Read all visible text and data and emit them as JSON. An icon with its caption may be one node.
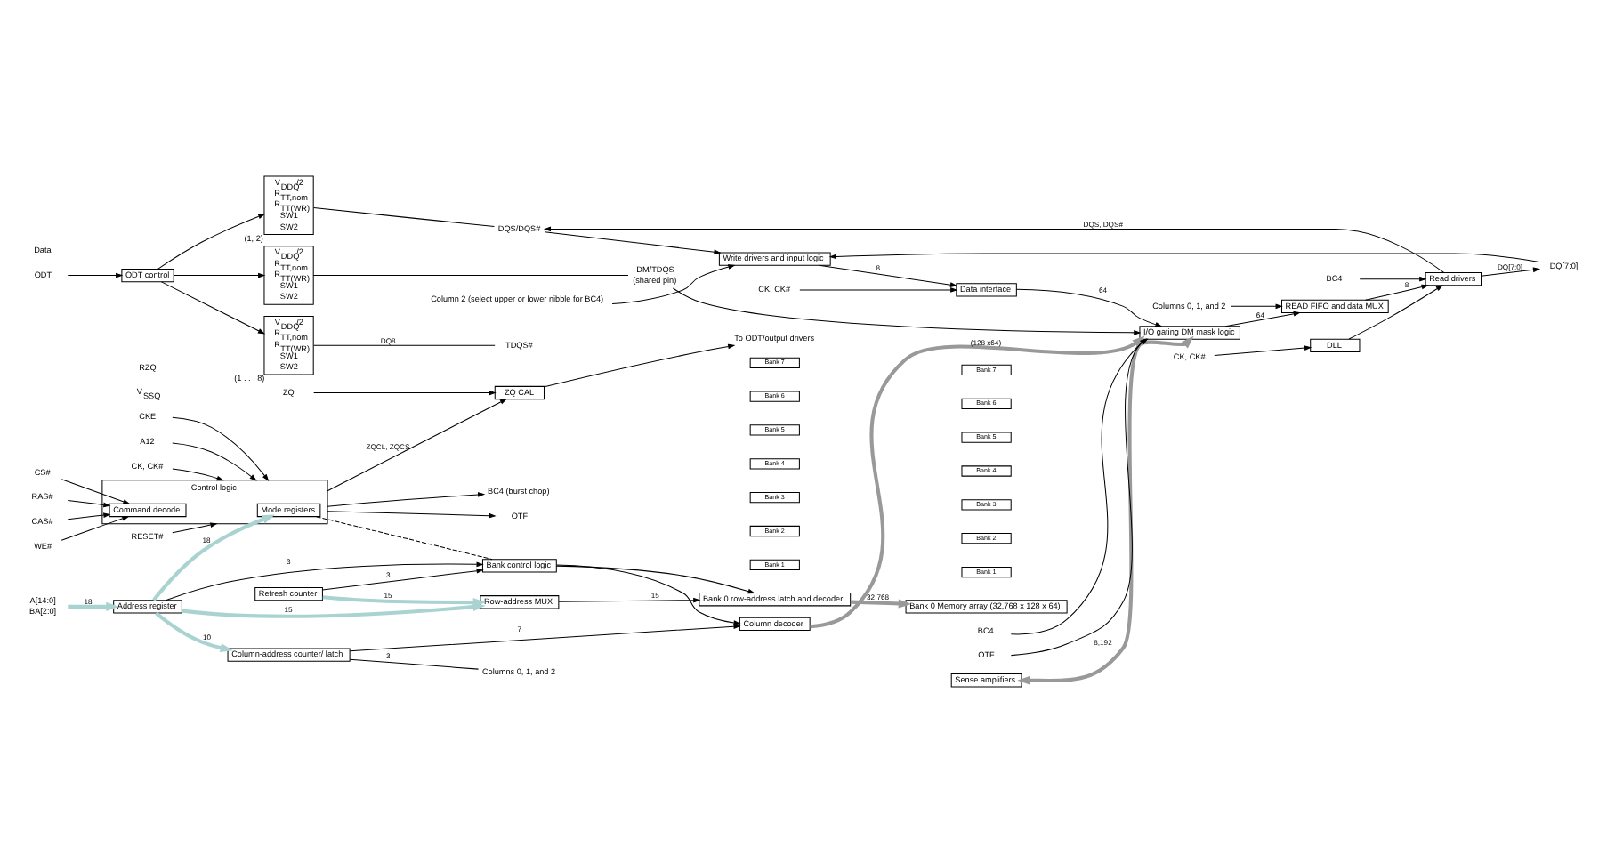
{
  "diagram": {
    "nodes": [
      {
        "text": [
          "ODT"
        ]
      },
      {
        "text": [
          "ZQ"
        ]
      },
      {
        "text": [
          "RESET#"
        ]
      },
      {
        "text": [
          "CKE"
        ]
      },
      {
        "text": [
          "A12"
        ]
      },
      {
        "text": [
          "CK, CK#"
        ]
      },
      {
        "text": [
          "CS#"
        ]
      },
      {
        "text": [
          "RAS#"
        ]
      },
      {
        "text": [
          "CAS#"
        ]
      },
      {
        "text": [
          "WE#"
        ]
      },
      {
        "text": [
          "A[14:0]",
          "BA[2:0]"
        ]
      },
      {
        "text": [
          "Control logic"
        ]
      },
      {
        "text": [
          "Command decode"
        ],
        "in": 11
      },
      {
        "text": [
          "Mode registers"
        ],
        "in": 11
      },
      {
        "text": [
          "ZQ CAL"
        ]
      },
      {
        "text": [
          "To ODT/output drivers"
        ]
      },
      {
        "text": [
          "BC4 (burst chop)"
        ]
      },
      {
        "text": [
          "OTF"
        ]
      },
      {
        "text": [
          "ODT control"
        ]
      },
      {
        "text": [
          "Refresh counter"
        ]
      },
      {
        "text": [
          "Row-address MUX"
        ]
      },
      {
        "text": [
          "Bank 7"
        ]
      },
      {
        "text": [
          "Bank 6"
        ]
      },
      {
        "text": [
          "Bank 5"
        ]
      },
      {
        "text": [
          "Bank 4"
        ]
      },
      {
        "text": [
          "Bank 3"
        ]
      },
      {
        "text": [
          "Bank 2"
        ]
      },
      {
        "text": [
          "Bank 1"
        ]
      },
      {
        "text": [
          "Bank 0 row-address latch and decoder"
        ]
      },
      {
        "text": [
          "Bank 7"
        ]
      },
      {
        "text": [
          "Bank 6"
        ]
      },
      {
        "text": [
          "Bank 5"
        ]
      },
      {
        "text": [
          "Bank 4"
        ]
      },
      {
        "text": [
          "Bank 3"
        ]
      },
      {
        "text": [
          "Bank 2"
        ]
      },
      {
        "text": [
          "Bank 1"
        ]
      },
      {
        "text": [
          "Bank 0 Memory array (32,768 x 128 x 64)"
        ]
      },
      {
        "text": [
          "Sense amplifiers"
        ]
      },
      {
        "text": [
          "I/O gating DM mask logic"
        ]
      },
      {
        "text": [
          "Bank control logic"
        ]
      },
      {
        "text": [
          "Address register"
        ]
      },
      {
        "text": [
          "Column decoder"
        ]
      },
      {
        "text": [
          "Column-address counter/ latch"
        ]
      },
      {
        "text": [
          "Columns 0, 1, and 2"
        ]
      },
      {
        "text": [
          "READ FIFO and data MUX"
        ]
      },
      {
        "text": [
          "CK, CK#"
        ]
      },
      {
        "text": [
          "DLL"
        ]
      },
      {
        "text": [
          "Read drivers"
        ]
      },
      {
        "text": [
          "BC4"
        ]
      },
      {
        "text": [
          "V$_{DDQ}$/2",
          "R$_{TT,nom}$",
          "R$_{TT(WR)}$",
          "SW1",
          "SW2"
        ],
        "beside": [
          "(1 . . . 8)"
        ]
      },
      {
        "text": [
          "V$_{DDQ}$/2",
          "R$_{TT,nom}$",
          "R$_{TT(WR)}$",
          "SW1",
          "SW2"
        ],
        "beside": [
          "(1, 2)"
        ]
      },
      {
        "text": [
          "V$_{DDQ}$/2",
          "R$_{TT,nom}$",
          "R$_{TT(WR)}$",
          "SW1",
          "SW2"
        ]
      },
      {
        "text": [
          "TDQS#"
        ]
      },
      {
        "text": [
          "DQ[7:0]"
        ]
      },
      {
        "text": [
          "DQS/DQS#"
        ]
      },
      {
        "text": [
          "DM/TDQS",
          "(shared pin)"
        ]
      },
      {
        "text": [
          "BC4"
        ]
      },
      {
        "text": [
          "OTF"
        ]
      },
      {
        "text": [
          "Data interface"
        ]
      },
      {
        "text": [
          "Write drivers and input logic"
        ]
      },
      {
        "text": [
          "CK, CK#"
        ]
      },
      {
        "text": [
          "Column 2 (select upper or lower nibble for BC4)"
        ]
      },
      {
        "text": [
          "Columns 0, 1, and 2"
        ]
      }
    ],
    "edges": [
      {
        "from": 0,
        "to": 18,
        "arrow": "to"
      },
      {
        "from": 1,
        "to": 14,
        "arrow": "to"
      },
      {
        "from": 2,
        "to": 11,
        "arrow": "to"
      },
      {
        "from": 3,
        "to": 11,
        "arrow": "to"
      },
      {
        "from": 4,
        "to": 11,
        "arrow": "to"
      },
      {
        "from": 5,
        "to": 11,
        "arrow": "to"
      },
      {
        "from": 6,
        "to": 12,
        "arrow": "to"
      },
      {
        "from": 7,
        "to": 12,
        "arrow": "to"
      },
      {
        "from": 8,
        "to": 12,
        "arrow": "to"
      },
      {
        "from": 9,
        "to": 12,
        "arrow": "to"
      },
      {
        "from": 11,
        "to": 14,
        "arrow": "to",
        "label": "ZQCL, ZQCS"
      },
      {
        "from": 14,
        "to": 15,
        "arrow": "to"
      },
      {
        "from": 11,
        "to": 16,
        "arrow": "to"
      },
      {
        "from": 11,
        "to": 17,
        "arrow": "to"
      },
      {
        "from": 10,
        "to": 40,
        "arrow": "to",
        "label": "18",
        "style": "thick",
        "color": "#a9d3d1"
      },
      {
        "from": 40,
        "to": 13,
        "arrow": "to",
        "label": "18",
        "style": "thick",
        "color": "#a9d3d1"
      },
      {
        "from": 40,
        "to": 20,
        "arrow": "to",
        "label": "15",
        "style": "thick",
        "color": "#a9d3d1"
      },
      {
        "from": 40,
        "to": 39,
        "arrow": "to",
        "label": "3"
      },
      {
        "from": 40,
        "to": 42,
        "arrow": "to",
        "label": "10",
        "style": "thick",
        "color": "#a9d3d1"
      },
      {
        "from": 19,
        "to": 20,
        "arrow": "to",
        "label": "15",
        "style": "thick",
        "color": "#a9d3d1"
      },
      {
        "from": 19,
        "to": 39,
        "arrow": "to",
        "label": "3"
      },
      {
        "from": 13,
        "to": 39,
        "arrow": "none",
        "style": "dashed"
      },
      {
        "from": 20,
        "to": 28,
        "arrow": "to",
        "label": "15"
      },
      {
        "from": 39,
        "to": 28,
        "arrow": "to"
      },
      {
        "from": 28,
        "to": 36,
        "arrow": "to",
        "label": "32,768",
        "style": "thick",
        "color": "#999999"
      },
      {
        "from": 37,
        "to": 38,
        "arrow": "both",
        "label": "8,192",
        "style": "thick",
        "color": "#999999"
      },
      {
        "from": 41,
        "to": 38,
        "arrow": "to",
        "label": "(128 x64)",
        "style": "thick",
        "color": "#999999"
      },
      {
        "from": 39,
        "to": 41,
        "arrow": "to"
      },
      {
        "from": 42,
        "to": 41,
        "arrow": "to",
        "label": "7"
      },
      {
        "from": 42,
        "to": 62,
        "arrow": "none",
        "label": "3"
      },
      {
        "from": 43,
        "to": 44,
        "arrow": "to"
      },
      {
        "from": 38,
        "to": 44,
        "arrow": "to",
        "label": "64"
      },
      {
        "from": 58,
        "to": 38,
        "arrow": "to",
        "label": "64"
      },
      {
        "from": 56,
        "to": 38,
        "arrow": "to"
      },
      {
        "from": 57,
        "to": 38,
        "arrow": "to"
      },
      {
        "from": 44,
        "to": 47,
        "arrow": "to",
        "label": "8"
      },
      {
        "from": 45,
        "to": 46,
        "arrow": "to"
      },
      {
        "from": 46,
        "to": 47,
        "arrow": "to"
      },
      {
        "from": 48,
        "to": 47,
        "arrow": "to"
      },
      {
        "from": 47,
        "to": 53,
        "arrow": "to",
        "label": "DQ[7:0]"
      },
      {
        "from": 47,
        "to": 54,
        "arrow": "to",
        "label": "DQS, DQS#"
      },
      {
        "from": 53,
        "to": 59,
        "arrow": "to"
      },
      {
        "from": 54,
        "to": 59,
        "arrow": "to"
      },
      {
        "from": 18,
        "to": 49,
        "arrow": "to"
      },
      {
        "from": 18,
        "to": 50,
        "arrow": "to"
      },
      {
        "from": 18,
        "to": 51,
        "arrow": "to"
      },
      {
        "from": 49,
        "to": 52,
        "arrow": "none",
        "label": "DQ8"
      },
      {
        "from": 50,
        "to": 54,
        "arrow": "none"
      },
      {
        "from": 51,
        "to": 55,
        "arrow": "none"
      },
      {
        "from": 55,
        "to": 38,
        "arrow": "to"
      },
      {
        "from": 59,
        "to": 58,
        "arrow": "to",
        "label": "8"
      },
      {
        "from": 60,
        "to": 58,
        "arrow": "to"
      },
      {
        "from": 61,
        "to": 59,
        "arrow": "to"
      }
    ],
    "labels": [
      "RZQ",
      "V$_{SSQ}$",
      "Data"
    ]
  }
}
